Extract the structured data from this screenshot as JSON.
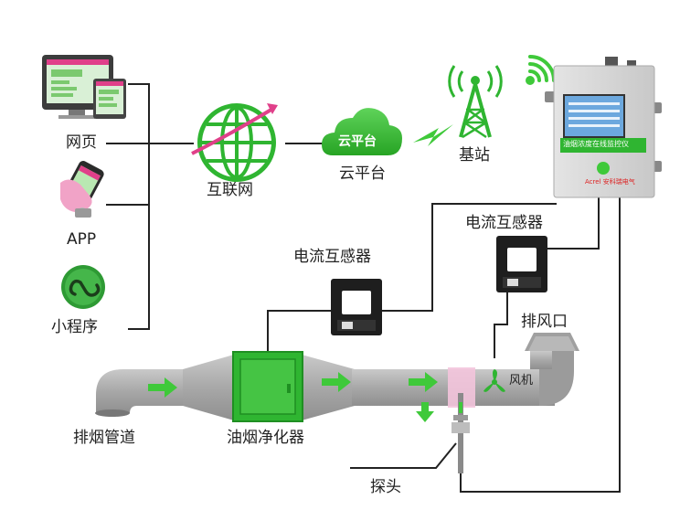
{
  "sources": {
    "web": "网页",
    "app": "APP",
    "miniprogram": "小程序"
  },
  "internet": "互联网",
  "cloud": {
    "badge": "云平台",
    "label": "云平台"
  },
  "base_station": "基站",
  "monitor": {
    "screen_title": "油烟浓度在线监控仪",
    "brand": "Acrel 安科瑞电气"
  },
  "sensors": {
    "ct_left": "电流互感器",
    "ct_right": "电流互感器"
  },
  "pipeline": {
    "duct": "排烟管道",
    "purifier": "油烟净化器",
    "outlet": "排风口",
    "fan": "风机",
    "probe": "探头"
  },
  "colors": {
    "accent_green": "#2fb531",
    "duct_gray": "#a3a3a3",
    "line": "#222222"
  }
}
